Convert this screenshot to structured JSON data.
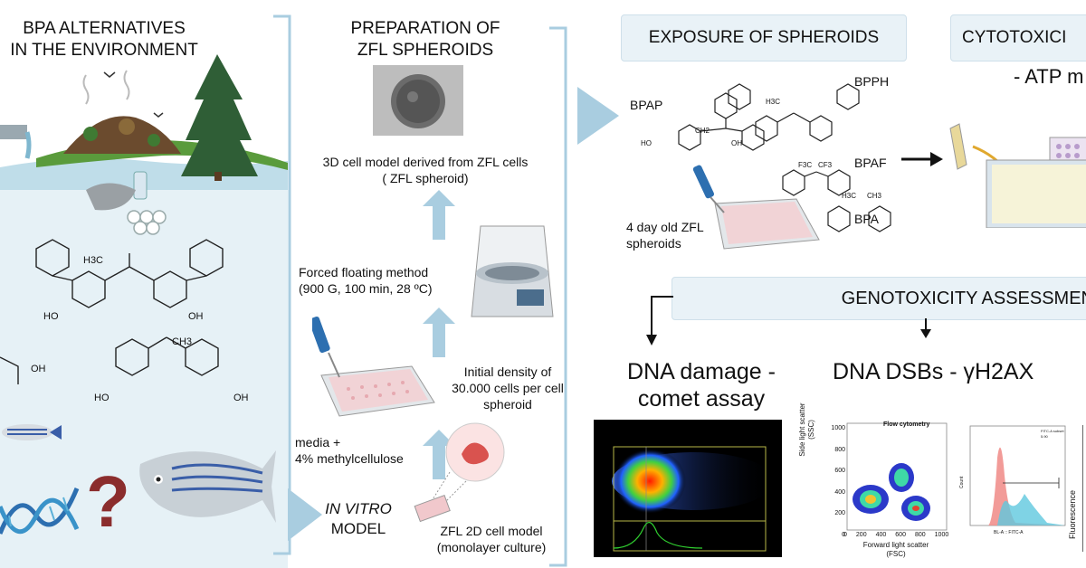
{
  "panel1": {
    "title_line1": "BPA ALTERNATIVES",
    "title_line2": "IN THE ENVIRONMENT",
    "chem_h3c": "H3C",
    "chem_ch3": "CH3",
    "chem_ho1": "HO",
    "chem_oh1": "OH",
    "chem_oh2": "OH",
    "chem_ho2": "HO",
    "chem_oh3": "OH",
    "question": "?"
  },
  "panel2": {
    "title_line1": "PREPARATION OF",
    "title_line2": "ZFL SPHEROIDS",
    "spheroid_caption_line1": "3D cell model derived from ZFL cells",
    "spheroid_caption_line2": "( ZFL spheroid)",
    "forced_line1": "Forced floating method",
    "forced_line2": "(900 G, 100 min, 28 ºC)",
    "density_line1": "Initial density of",
    "density_line2": "30.000 cells per cell",
    "density_line3": "spheroid",
    "media_line1": "media +",
    "media_line2": "4% methylcellulose",
    "invitro_line1": "IN VITRO",
    "invitro_line2": "MODEL",
    "zfl2d_line1": "ZFL 2D cell model",
    "zfl2d_line2": "(monolayer culture)"
  },
  "panel3": {
    "exposure_title": "EXPOSURE OF SPHEROIDS",
    "cyto_title": "CYTOTOXICI",
    "atp_text": "- ATP m",
    "bpap": "BPAP",
    "bpph": "BPPH",
    "bpaf": "BPAF",
    "bpa": "BPA",
    "ch2": "CH2",
    "h3c": "H3C",
    "ch3": "CH3",
    "cf3": "CF3",
    "f3c": "F3C",
    "ho": "HO",
    "oh": "OH",
    "spheroid_label_line1": "4 day old ZFL",
    "spheroid_label_line2": "spheroids",
    "geno_title": "GENOTOXICITY ASSESSMEN",
    "dna_damage_line1": "DNA damage -",
    "dna_damage_line2": "comet assay",
    "dna_dsbs": "DNA DSBs - γH2AX",
    "flow_title": "Flow cytometry",
    "ssc_label_line1": "Side light scatter",
    "ssc_label_line2": "(SSC)",
    "fsc_label_line1": "Forward light scatter",
    "fsc_label_line2": "(FSC)",
    "fluor_label": "Fluorescence",
    "hist_inset_line1": "FITC-A subset",
    "hist_inset_line2": "5.90",
    "hist_xlabel": "BL-A :: FITC-A",
    "hist_ylabel": "Count",
    "yticks": [
      "1000",
      "800",
      "600",
      "400",
      "200",
      "0"
    ],
    "xticks": [
      "0",
      "200",
      "400",
      "600",
      "800",
      "1000"
    ]
  },
  "colors": {
    "accent_blue": "#a9cde0",
    "banner_bg": "#e9f2f7",
    "panel_bg": "#e6f1f6",
    "green_ground": "#5a9b3c",
    "water": "#bfdde9"
  }
}
